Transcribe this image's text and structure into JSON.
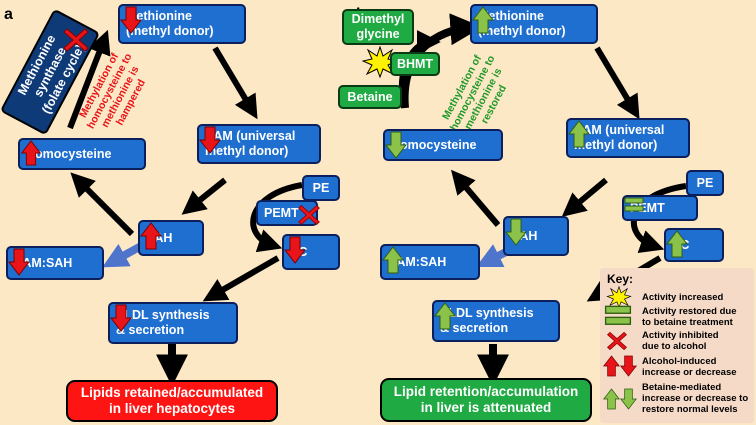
{
  "panels": {
    "a": {
      "label": "a",
      "methionine": "Methionine\n(methyl donor)",
      "synthase": "Methionine\nsynthase\n(folate cycle)",
      "note": "Methylation of\nhomocysteine to\nmethionine is\nhampered",
      "homocysteine": "Homocysteine",
      "sam": "SAM (universal\nmethyl donor)",
      "pe": "PE",
      "pemt": "PEMT",
      "sah": "SAH",
      "pc": "PC",
      "sam_sah": "SAM:SAH",
      "vldl": "VLDL synthesis\n& secretion",
      "outcome": "Lipids retained/accumulated\nin liver hepatocytes"
    },
    "b": {
      "label": "b",
      "dimethylglycine": "Dimethyl\nglycine",
      "bhmt": "BHMT",
      "betaine": "Betaine",
      "methionine": "Methionine\n(methyl donor)",
      "note": "Methylation of\nhomocysteine to\nmethionine is\nrestored",
      "homocysteine": "Homocysteine",
      "sam": "SAM (universal\nmethyl donor)",
      "pe": "PE",
      "pemt": "PEMT",
      "sah": "SAH",
      "pc": "PC",
      "sam_sah": "SAM:SAH",
      "vldl": "VLDL synthesis\n& secretion",
      "outcome": "Lipid retention/accumulation\nin liver is attenuated"
    }
  },
  "key": {
    "title": "Key:",
    "items": [
      {
        "icon": "starburst-icon",
        "text": "Activity increased"
      },
      {
        "icon": "equals-icon",
        "text": "Activity restored due\nto betaine treatment"
      },
      {
        "icon": "red-x-icon",
        "text": "Activity inhibited\ndue to alcohol"
      },
      {
        "icon": "red-up-down-arrows-icon",
        "text": "Alcohol-induced\nincrease or decrease"
      },
      {
        "icon": "green-up-down-arrows-icon",
        "text": "Betaine-mediated\nincrease or decrease to\nrestore normal levels"
      }
    ]
  },
  "colors": {
    "background": "#fde8c6",
    "box_blue": "#1f6fd1",
    "box_border": "#0b1f5c",
    "green": "#1faa43",
    "red_arrow": "#e8141a",
    "green_arrow": "#8bc34a",
    "outcome_red": "#ff1414",
    "outcome_green": "#1faa43",
    "note_red": "#e8141a",
    "note_green": "#1f9a2a",
    "starburst": "#fff200",
    "sam_sah_arrow": "#5b7fd6"
  }
}
